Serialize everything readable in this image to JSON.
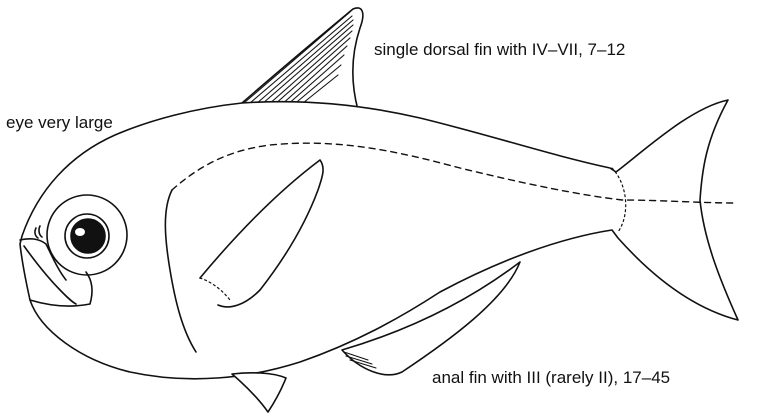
{
  "labels": {
    "eye": "eye very large",
    "dorsal_fin": "single dorsal fin with IV–VII, 7–12",
    "anal_fin": "anal fin with III (rarely II), 17–45"
  },
  "colors": {
    "ink": "#111111",
    "background": "#ffffff"
  }
}
